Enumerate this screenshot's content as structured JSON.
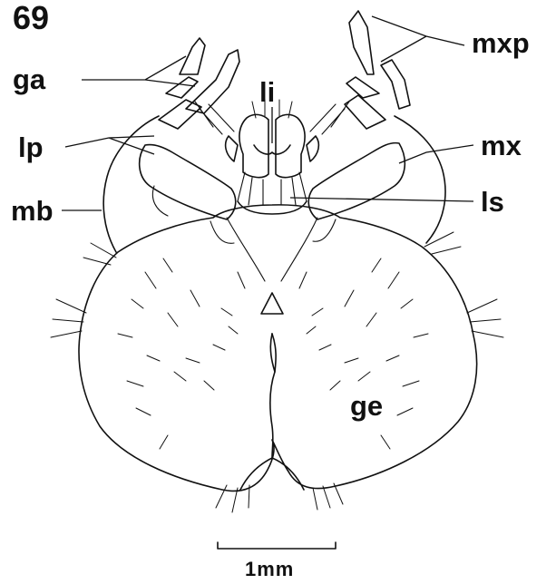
{
  "figure": {
    "number": "69",
    "labels": {
      "ga": "ga",
      "lp": "lp",
      "mb": "mb",
      "li": "li",
      "mxp": "mxp",
      "mx": "mx",
      "ls": "ls",
      "ge": "ge"
    },
    "scale_bar": {
      "label": "1mm"
    },
    "colors": {
      "ink": "#111111",
      "background": "#ffffff"
    }
  }
}
